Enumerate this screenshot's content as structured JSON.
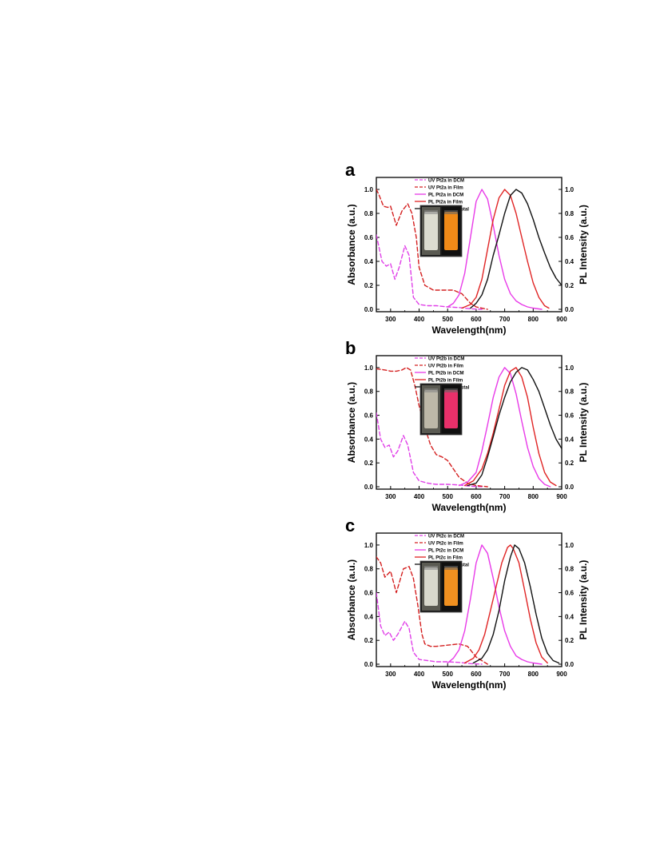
{
  "colors": {
    "uv_dcm": "#e040e8",
    "uv_film": "#d42020",
    "pl_dcm": "#e83ae8",
    "pl_film": "#e02424",
    "pl_crystal": "#111111"
  },
  "chart_data": [
    {
      "type": "line",
      "panel_label": "a",
      "xlabel": "Wavelength(nm)",
      "ylabel_left": "Absorbance (a.u.)",
      "ylabel_right": "PL Intensity (a.u.)",
      "xlim": [
        250,
        900
      ],
      "ylim_left": [
        -0.02,
        1.1
      ],
      "ylim_right": [
        -0.02,
        1.1
      ],
      "xticks": [
        "300",
        "400",
        "500",
        "600",
        "700",
        "800",
        "900"
      ],
      "yticks_left": [
        "0.0",
        "0.2",
        "0.4",
        "0.6",
        "0.8",
        "1.0"
      ],
      "yticks_right": [
        "0.0",
        "0.2",
        "0.4",
        "0.6",
        "0.8",
        "1.0"
      ],
      "grid": false,
      "legend_placement": "top-left",
      "inset_photo": {
        "vial_left": "#dcdcd0",
        "vial_right": "#f08a18"
      },
      "series": [
        {
          "name": "UV Pt2a in DCM",
          "style": "dashed",
          "color": "#e040e8",
          "x": [
            250,
            270,
            285,
            300,
            315,
            330,
            350,
            365,
            380,
            400,
            430,
            460,
            500,
            540,
            580,
            620
          ],
          "y": [
            0.62,
            0.4,
            0.36,
            0.38,
            0.25,
            0.35,
            0.53,
            0.45,
            0.1,
            0.04,
            0.03,
            0.03,
            0.02,
            0.015,
            0.005,
            0.0
          ]
        },
        {
          "name": "UV Pt2a in Film",
          "style": "dashed",
          "color": "#d42020",
          "x": [
            250,
            260,
            275,
            290,
            300,
            320,
            340,
            360,
            375,
            390,
            400,
            420,
            450,
            480,
            520,
            550,
            580,
            600,
            640
          ],
          "y": [
            1.0,
            0.95,
            0.86,
            0.85,
            0.86,
            0.7,
            0.82,
            0.88,
            0.8,
            0.6,
            0.35,
            0.2,
            0.16,
            0.16,
            0.16,
            0.13,
            0.05,
            0.02,
            0.0
          ]
        },
        {
          "name": "PL Pt2a in DCM",
          "style": "solid",
          "color": "#e83ae8",
          "x": [
            500,
            520,
            540,
            560,
            580,
            600,
            620,
            640,
            660,
            680,
            700,
            720,
            740,
            760,
            780,
            800,
            830
          ],
          "y": [
            0.02,
            0.05,
            0.12,
            0.3,
            0.6,
            0.9,
            1.0,
            0.92,
            0.7,
            0.45,
            0.25,
            0.13,
            0.07,
            0.04,
            0.02,
            0.01,
            0.0
          ]
        },
        {
          "name": "PL Pt2a in Film",
          "style": "solid",
          "color": "#e02424",
          "x": [
            550,
            580,
            600,
            620,
            640,
            660,
            680,
            700,
            720,
            740,
            760,
            780,
            800,
            820,
            840,
            855
          ],
          "y": [
            0.01,
            0.04,
            0.1,
            0.25,
            0.5,
            0.75,
            0.93,
            1.0,
            0.95,
            0.8,
            0.6,
            0.4,
            0.22,
            0.1,
            0.03,
            0.01
          ]
        },
        {
          "name": "PL Pt2a in Crystal",
          "style": "solid",
          "color": "#111111",
          "x": [
            580,
            600,
            620,
            640,
            660,
            680,
            700,
            720,
            740,
            760,
            780,
            800,
            820,
            840,
            860,
            880,
            900
          ],
          "y": [
            0.01,
            0.05,
            0.12,
            0.25,
            0.45,
            0.62,
            0.8,
            0.95,
            1.0,
            0.97,
            0.88,
            0.75,
            0.6,
            0.47,
            0.35,
            0.26,
            0.2
          ]
        }
      ]
    },
    {
      "type": "line",
      "panel_label": "b",
      "xlabel": "Wavelength(nm)",
      "ylabel_left": "Absorbance (a.u.)",
      "ylabel_right": "PL Intensity (a.u.)",
      "xlim": [
        250,
        900
      ],
      "ylim_left": [
        -0.02,
        1.1
      ],
      "ylim_right": [
        -0.02,
        1.1
      ],
      "xticks": [
        "300",
        "400",
        "500",
        "600",
        "700",
        "800",
        "900"
      ],
      "yticks_left": [
        "0.0",
        "0.2",
        "0.4",
        "0.6",
        "0.8",
        "1.0"
      ],
      "yticks_right": [
        "0.0",
        "0.2",
        "0.4",
        "0.6",
        "0.8",
        "1.0"
      ],
      "grid": false,
      "legend_placement": "top-left",
      "inset_photo": {
        "vial_left": "#bdb8a8",
        "vial_right": "#e8306a"
      },
      "series": [
        {
          "name": "UV Pt2b in DCM",
          "style": "dashed",
          "color": "#e040e8",
          "x": [
            250,
            265,
            280,
            295,
            310,
            325,
            345,
            360,
            380,
            400,
            430,
            460,
            500,
            540,
            580,
            620
          ],
          "y": [
            0.62,
            0.4,
            0.33,
            0.35,
            0.25,
            0.3,
            0.43,
            0.35,
            0.12,
            0.05,
            0.03,
            0.02,
            0.02,
            0.015,
            0.005,
            0.0
          ]
        },
        {
          "name": "UV Pt2b in Film",
          "style": "dashed",
          "color": "#d42020",
          "x": [
            250,
            280,
            300,
            320,
            340,
            355,
            370,
            385,
            400,
            420,
            440,
            460,
            480,
            500,
            520,
            540,
            570,
            600,
            640
          ],
          "y": [
            0.99,
            0.98,
            0.97,
            0.97,
            0.98,
            1.0,
            0.98,
            0.85,
            0.68,
            0.5,
            0.35,
            0.27,
            0.25,
            0.22,
            0.15,
            0.08,
            0.03,
            0.01,
            0.0
          ]
        },
        {
          "name": "PL Pt2b in DCM",
          "style": "solid",
          "color": "#e83ae8",
          "x": [
            540,
            570,
            600,
            620,
            640,
            660,
            680,
            700,
            720,
            740,
            760,
            780,
            800,
            820,
            840,
            860
          ],
          "y": [
            0.01,
            0.04,
            0.12,
            0.3,
            0.52,
            0.75,
            0.92,
            1.0,
            0.95,
            0.78,
            0.55,
            0.33,
            0.17,
            0.07,
            0.02,
            0.0
          ]
        },
        {
          "name": "PL Pt2b in Film",
          "style": "solid",
          "color": "#e02424",
          "x": [
            560,
            590,
            620,
            640,
            660,
            680,
            700,
            720,
            740,
            760,
            780,
            800,
            820,
            840,
            860,
            880
          ],
          "y": [
            0.01,
            0.05,
            0.15,
            0.28,
            0.45,
            0.65,
            0.85,
            0.97,
            1.0,
            0.92,
            0.75,
            0.5,
            0.28,
            0.12,
            0.04,
            0.01
          ]
        },
        {
          "name": "PL Pt2b in Crystal",
          "style": "solid",
          "color": "#111111",
          "x": [
            570,
            600,
            620,
            640,
            660,
            680,
            700,
            720,
            740,
            760,
            780,
            800,
            820,
            840,
            860,
            880,
            900
          ],
          "y": [
            0.01,
            0.03,
            0.1,
            0.25,
            0.42,
            0.6,
            0.75,
            0.88,
            0.96,
            1.0,
            0.98,
            0.9,
            0.8,
            0.66,
            0.52,
            0.4,
            0.32
          ]
        }
      ]
    },
    {
      "type": "line",
      "panel_label": "c",
      "xlabel": "Wavelength(nm)",
      "ylabel_left": "Absorbance (a.u.)",
      "ylabel_right": "PL Intensity (a.u.)",
      "xlim": [
        250,
        900
      ],
      "ylim_left": [
        -0.02,
        1.1
      ],
      "ylim_right": [
        -0.02,
        1.1
      ],
      "xticks": [
        "300",
        "400",
        "500",
        "600",
        "700",
        "800",
        "900"
      ],
      "yticks_left": [
        "0.0",
        "0.2",
        "0.4",
        "0.6",
        "0.8",
        "1.0"
      ],
      "yticks_right": [
        "0.0",
        "0.2",
        "0.4",
        "0.6",
        "0.8",
        "1.0"
      ],
      "grid": false,
      "legend_placement": "top-left",
      "inset_photo": {
        "vial_left": "#d8d8cc",
        "vial_right": "#f09020"
      },
      "series": [
        {
          "name": "UV Pt2c in DCM",
          "style": "dashed",
          "color": "#e040e8",
          "x": [
            250,
            265,
            280,
            295,
            310,
            325,
            350,
            365,
            380,
            400,
            430,
            460,
            500,
            540,
            580,
            620
          ],
          "y": [
            0.6,
            0.32,
            0.24,
            0.27,
            0.2,
            0.25,
            0.36,
            0.3,
            0.1,
            0.04,
            0.03,
            0.02,
            0.02,
            0.015,
            0.005,
            0.0
          ]
        },
        {
          "name": "UV Pt2c in Film",
          "style": "dashed",
          "color": "#d42020",
          "x": [
            250,
            265,
            280,
            300,
            320,
            345,
            365,
            380,
            395,
            410,
            420,
            440,
            460,
            500,
            540,
            570,
            600,
            640
          ],
          "y": [
            0.9,
            0.85,
            0.73,
            0.78,
            0.6,
            0.8,
            0.82,
            0.72,
            0.5,
            0.25,
            0.17,
            0.15,
            0.15,
            0.16,
            0.17,
            0.15,
            0.06,
            0.0
          ]
        },
        {
          "name": "PL Pt2c in DCM",
          "style": "solid",
          "color": "#e83ae8",
          "x": [
            500,
            520,
            540,
            560,
            580,
            600,
            620,
            640,
            660,
            680,
            700,
            720,
            740,
            760,
            780,
            800,
            830
          ],
          "y": [
            0.01,
            0.05,
            0.12,
            0.28,
            0.55,
            0.85,
            1.0,
            0.93,
            0.72,
            0.48,
            0.28,
            0.15,
            0.07,
            0.04,
            0.02,
            0.01,
            0.0
          ]
        },
        {
          "name": "PL Pt2c in Film",
          "style": "solid",
          "color": "#e02424",
          "x": [
            560,
            590,
            610,
            630,
            650,
            670,
            690,
            710,
            720,
            730,
            750,
            770,
            790,
            810,
            830,
            850
          ],
          "y": [
            0.01,
            0.05,
            0.12,
            0.25,
            0.45,
            0.65,
            0.85,
            0.98,
            1.0,
            0.97,
            0.85,
            0.62,
            0.38,
            0.18,
            0.06,
            0.01
          ]
        },
        {
          "name": "PL Pt2c in Crystal",
          "style": "solid",
          "color": "#111111",
          "x": [
            590,
            620,
            640,
            660,
            680,
            700,
            720,
            735,
            750,
            770,
            790,
            810,
            830,
            850,
            870,
            890
          ],
          "y": [
            0.01,
            0.05,
            0.12,
            0.25,
            0.45,
            0.7,
            0.9,
            1.0,
            0.97,
            0.85,
            0.65,
            0.42,
            0.22,
            0.09,
            0.03,
            0.01
          ]
        }
      ]
    }
  ]
}
